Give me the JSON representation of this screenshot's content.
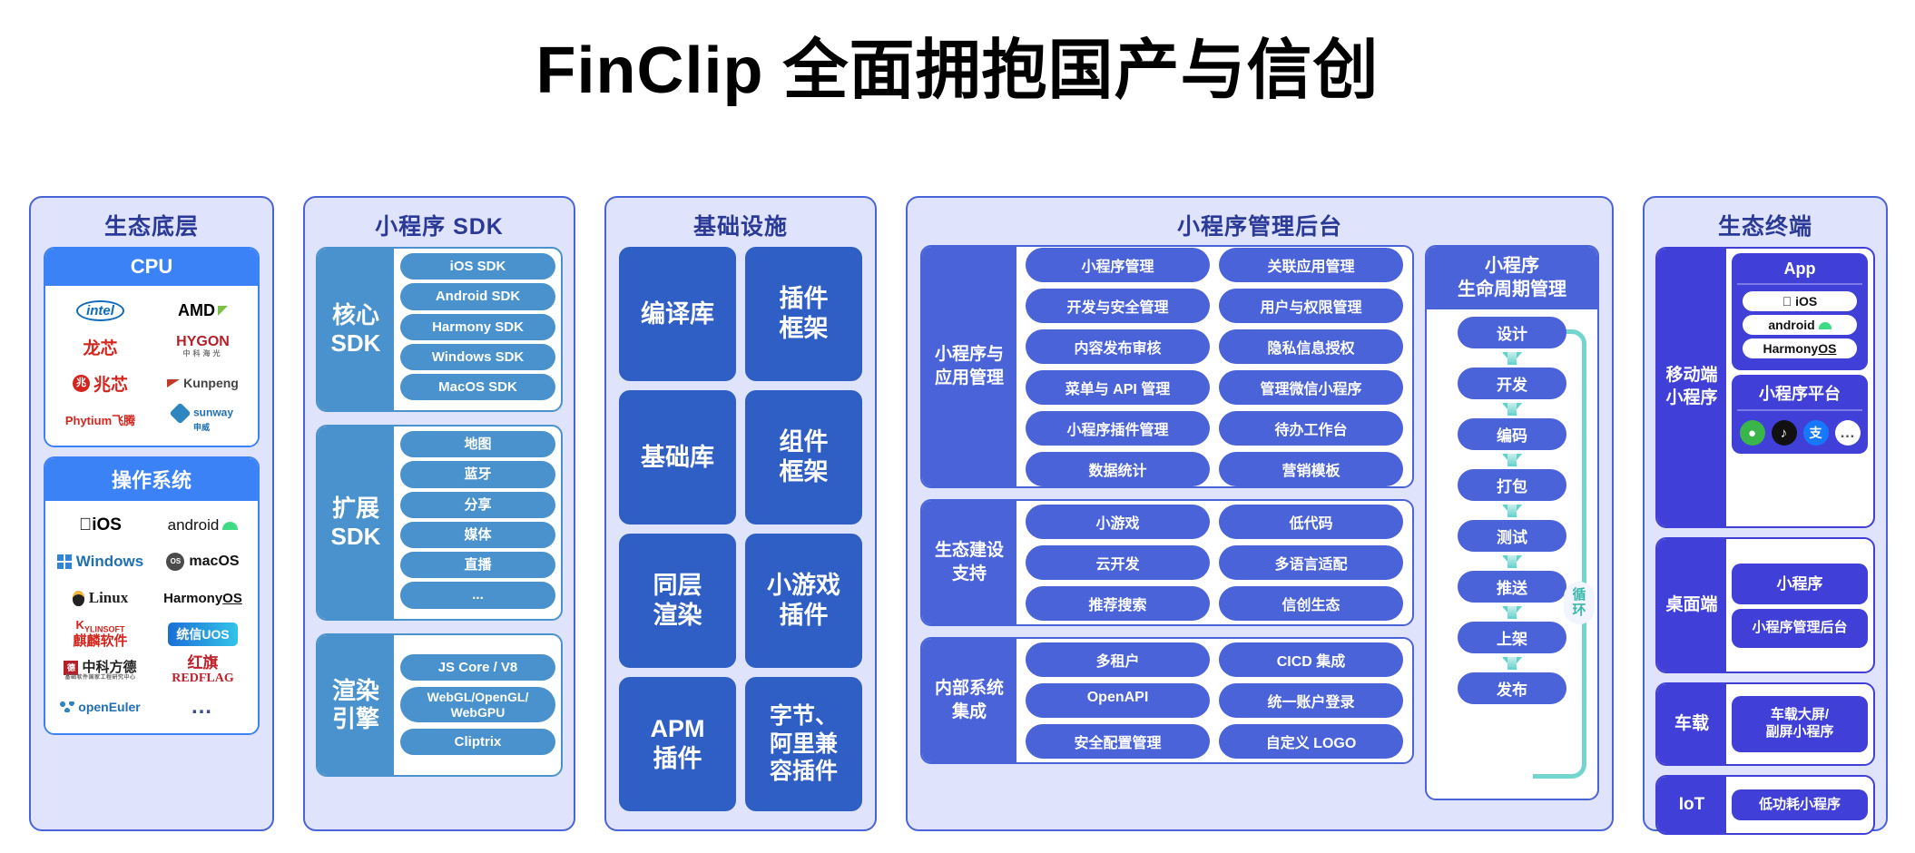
{
  "title": "FinClip 全面拥抱国产与信创",
  "colors": {
    "panel_bg": "#dfe3fb",
    "panel_border": "#4a63d8",
    "eco_blue": "#3b82f6",
    "sdk_blue": "#4a92cd",
    "infra_blue": "#2f5fc4",
    "admin_blue": "#4a63d8",
    "terminal_indigo": "#4040d8",
    "loop_teal": "#72d6ce",
    "title_color": "#000000",
    "panel_title_color": "#2b3a96"
  },
  "ecosystem": {
    "title": "生态底层",
    "cpu": {
      "header": "CPU",
      "logos": [
        "intel",
        "AMD",
        "龙芯",
        "HYGON 中科海光",
        "兆芯",
        "Kunpeng",
        "Phytium飞腾",
        "sunway 申威"
      ]
    },
    "os": {
      "header": "操作系统",
      "logos": [
        "iOS",
        "android",
        "Windows",
        "macOS",
        "Linux",
        "HarmonyOS",
        "KYLINSOFT 麒麟软件",
        "统信UOS",
        "中科方德",
        "红旗 REDFLAG",
        "openEuler",
        "..."
      ]
    }
  },
  "sdk": {
    "title": "小程序 SDK",
    "blocks": [
      {
        "label": "核心\nSDK",
        "items": [
          "iOS SDK",
          "Android SDK",
          "Harmony SDK",
          "Windows SDK",
          "MacOS SDK"
        ]
      },
      {
        "label": "扩展\nSDK",
        "items": [
          "地图",
          "蓝牙",
          "分享",
          "媒体",
          "直播",
          "..."
        ]
      },
      {
        "label": "渲染\n引擎",
        "items": [
          "JS Core / V8",
          "WebGL/OpenGL/\nWebGPU",
          "Cliptrix"
        ]
      }
    ]
  },
  "infrastructure": {
    "title": "基础设施",
    "cells": [
      "编译库",
      "插件\n框架",
      "基础库",
      "组件\n框架",
      "同层\n渲染",
      "小游戏\n插件",
      "APM\n插件",
      "字节、\n阿里兼\n容插件"
    ]
  },
  "admin": {
    "title": "小程序管理后台",
    "groups": [
      {
        "label": "小程序与\n应用管理",
        "items": [
          "小程序管理",
          "关联应用管理",
          "开发与安全管理",
          "用户与权限管理",
          "内容发布审核",
          "隐私信息授权",
          "菜单与 API 管理",
          "管理微信小程序",
          "小程序插件管理",
          "待办工作台",
          "数据统计",
          "营销模板"
        ]
      },
      {
        "label": "生态建设\n支持",
        "items": [
          "小游戏",
          "低代码",
          "云开发",
          "多语言适配",
          "推荐搜索",
          "信创生态"
        ]
      },
      {
        "label": "内部系统\n集成",
        "items": [
          "多租户",
          "CICD 集成",
          "OpenAPI",
          "统一账户登录",
          "安全配置管理",
          "自定义 LOGO"
        ]
      }
    ],
    "lifecycle": {
      "header": "小程序\n生命周期管理",
      "steps": [
        "设计",
        "开发",
        "编码",
        "打包",
        "测试",
        "推送",
        "上架",
        "发布"
      ],
      "loop_label": "循环"
    }
  },
  "terminals": {
    "title": "生态终端",
    "blocks": [
      {
        "label": "移动端\n小程序",
        "cards": [
          {
            "title": "App",
            "pills": [
              "iOS",
              "android",
              "HarmonyOS"
            ]
          },
          {
            "title": "小程序平台",
            "apps": [
              "微信",
              "抖音",
              "支付宝",
              "更多"
            ]
          }
        ]
      },
      {
        "label": "桌面端",
        "simple": [
          "小程序",
          "小程序管理后台"
        ]
      },
      {
        "label": "车载",
        "simple": [
          "车载大屏/\n副屏小程序"
        ]
      },
      {
        "label": "IoT",
        "simple": [
          "低功耗小程序"
        ]
      }
    ]
  }
}
